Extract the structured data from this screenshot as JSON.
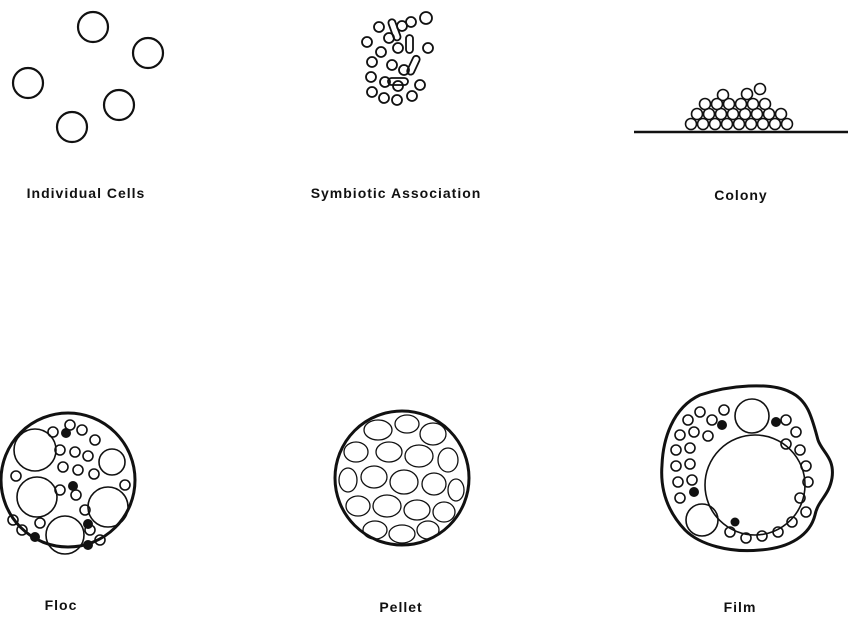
{
  "labels": {
    "individual_cells": "Individual Cells",
    "symbiotic_association": "Symbiotic Association",
    "colony": "Colony",
    "floc": "Floc",
    "pellet": "Pellet",
    "film": "Film"
  },
  "colors": {
    "ink": "#111111",
    "paper": "#ffffff"
  }
}
